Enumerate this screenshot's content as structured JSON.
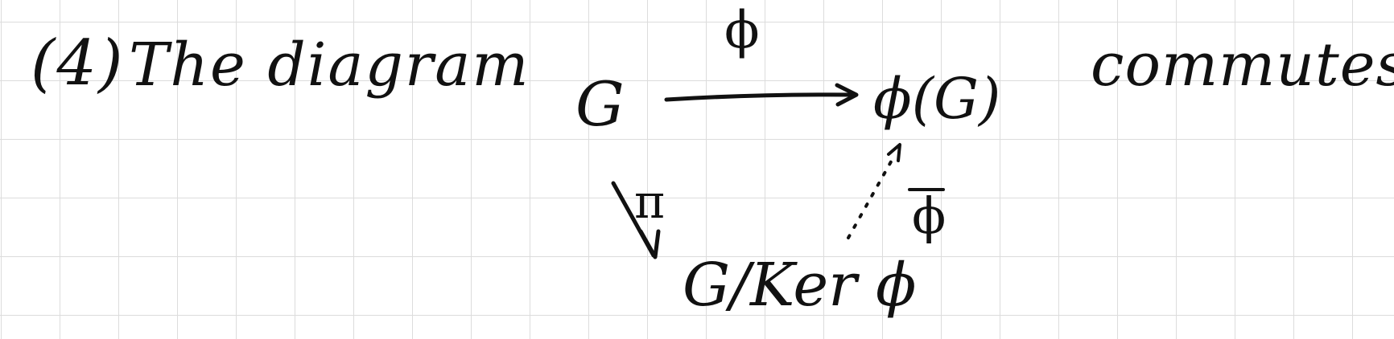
{
  "note": {
    "item_label": "(4)",
    "lead_text": "The diagram",
    "end_text": "commutes."
  },
  "diagram": {
    "nodes": {
      "g": "G",
      "image": "ϕ(G)",
      "quotient": "G/Ker ϕ"
    },
    "arrows": {
      "top_label": "ϕ",
      "left_label": "π",
      "right_label": "ϕ"
    }
  },
  "colors": {
    "ink": "#111111",
    "grid": "#dcdcdc",
    "paper": "#ffffff"
  }
}
